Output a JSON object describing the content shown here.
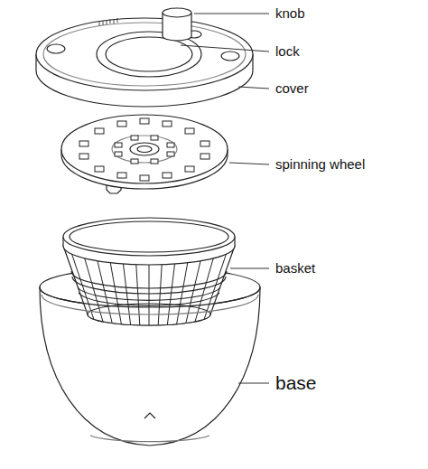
{
  "diagram": {
    "labels": [
      "knob",
      "lock",
      "cover",
      "spinning wheel",
      "basket",
      "base"
    ]
  }
}
